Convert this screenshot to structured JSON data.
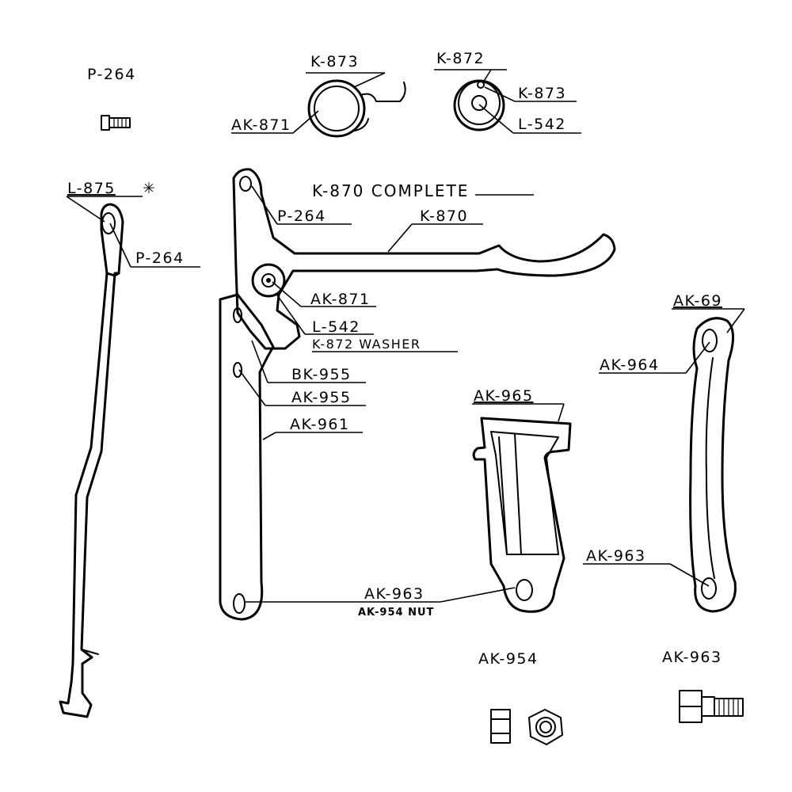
{
  "title": "K-870 COMPLETE",
  "labels": {
    "p264_top": "P-264",
    "k873_top": "K-873",
    "ak871_spring": "AK-871",
    "k872_top": "K-872",
    "k873_washer": "K-873",
    "l542_washer": "L-542",
    "l875": "L-875",
    "l875_mark": "✳",
    "p264_rod": "P-264",
    "p264_lever": "P-264",
    "k870": "K-870",
    "ak871_lever": "AK-871",
    "l542_lever": "L-542",
    "k872_washer": "K-872 WASHER",
    "bk955": "BK-955",
    "ak955": "AK-955",
    "ak961": "AK-961",
    "ak965": "AK-965",
    "ak69": "AK-69",
    "ak964": "AK-964",
    "ak963_link": "AK-963",
    "ak963_bottom": "AK-963",
    "ak954_nut": "AK-954 NUT",
    "ak954": "AK-954",
    "ak963_bolt": "AK-963"
  }
}
